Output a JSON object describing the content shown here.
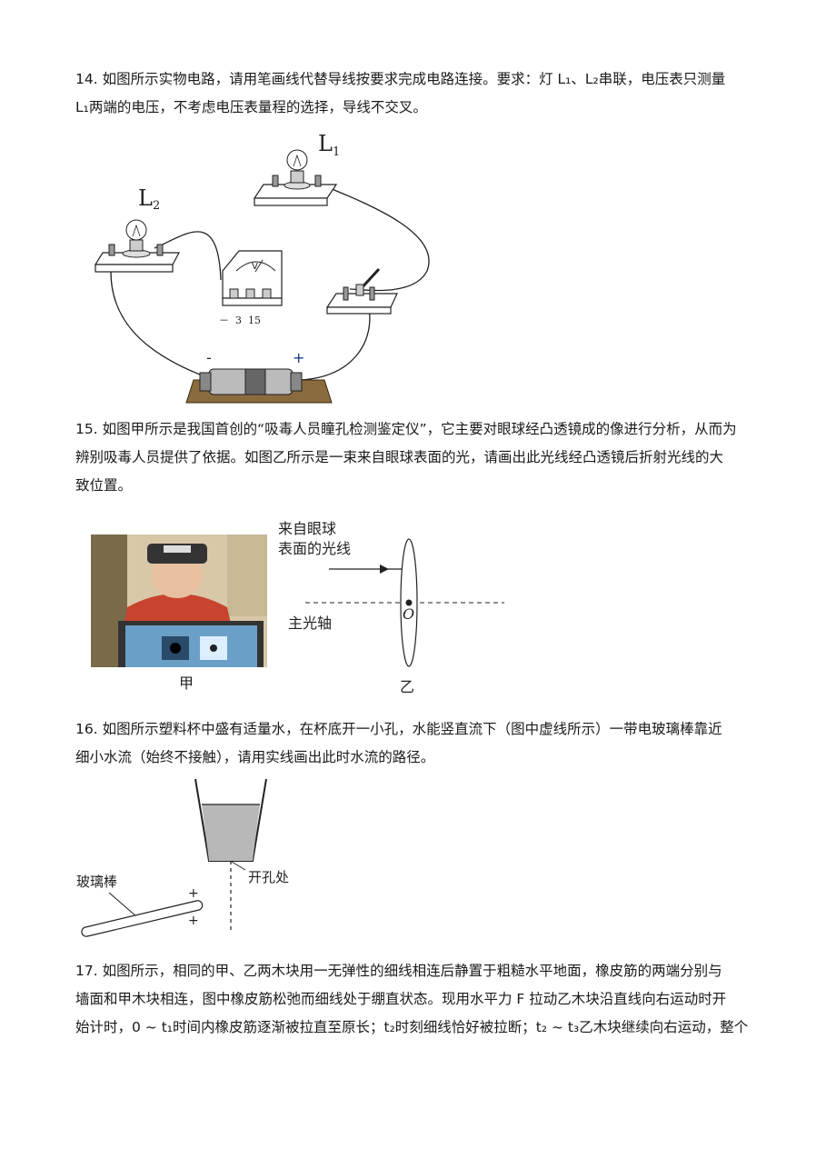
{
  "q14": {
    "line1": "14. 如图所示实物电路，请用笔画线代替导线按要求完成电路连接。要求：灯 L₁、L₂串联，电压表只测量",
    "line2": "L₁两端的电压，不考虑电压表量程的选择，导线不交叉。",
    "fig": {
      "l1_label": "L",
      "l1_sub": "1",
      "l2_label": "L",
      "l2_sub": "2",
      "meter_letter": "V",
      "meter_terminals": "－  3  15",
      "battery_minus": "-",
      "battery_plus": "+"
    }
  },
  "q15": {
    "line1": "15. 如图甲所示是我国首创的“吸毒人员瞳孔检测鉴定仪”，它主要对眼球经凸透镜成的像进行分析，从而为",
    "line2": "辨别吸毒人员提供了依据。如图乙所示是一束来自眼球表面的光，请画出此光线经凸透镜后折射光线的大",
    "line3": "致位置。",
    "fig": {
      "ray_label_1": "来自眼球",
      "ray_label_2": "表面的光线",
      "axis_label": "主光轴",
      "center_label": "O",
      "caption_a": "甲",
      "caption_b": "乙"
    }
  },
  "q16": {
    "line1": "16. 如图所示塑料杯中盛有适量水，在杯底开一小孔，水能竖直流下（图中虚线所示）一带电玻璃棒靠近",
    "line2": "细小水流（始终不接触），请用实线画出此时水流的路径。",
    "fig": {
      "rod_label": "玻璃棒",
      "hole_label": "开孔处",
      "charge_top": "+",
      "charge_bottom": "+"
    }
  },
  "q17": {
    "line1": "17. 如图所示，相同的甲、乙两木块用一无弹性的细线相连后静置于粗糙水平地面，橡皮筋的两端分别与",
    "line2": "墙面和甲木块相连，图中橡皮筋松弛而细线处于绷直状态。现用水平力 F 拉动乙木块沿直线向右运动时开",
    "line3": "始计时，0 ~ t₁时间内橡皮筋逐渐被拉直至原长；t₂时刻细线恰好被拉断；t₂ ~ t₃乙木块继续向右运动，整个"
  }
}
